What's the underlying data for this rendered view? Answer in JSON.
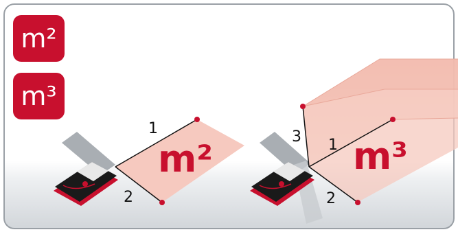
{
  "badges": {
    "area": "m²",
    "volume": "m³"
  },
  "area_diagram": {
    "unit_label": "m²",
    "edge1": "1",
    "edge2": "2"
  },
  "volume_diagram": {
    "unit_label": "m³",
    "edge1": "1",
    "edge2": "2",
    "edge3": "3"
  },
  "colors": {
    "brand_red": "#c8102e",
    "area_fill": "#f6c9bf",
    "device_body": "#1a1a1a",
    "beam_panel": "#9aa0a6"
  }
}
